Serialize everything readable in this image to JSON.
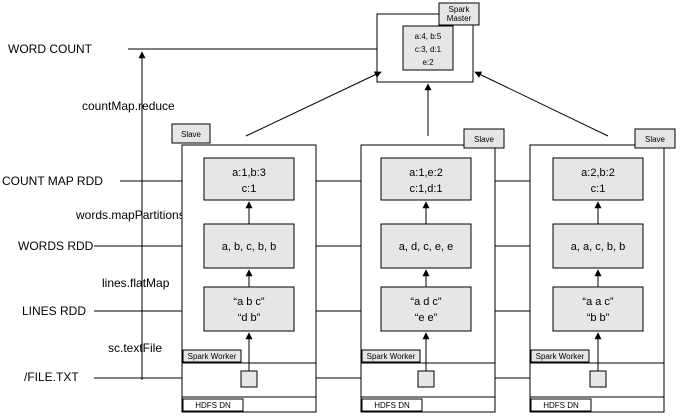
{
  "rows": {
    "word_count": "WORD  COUNT",
    "count_map_rdd": "COUNT MAP RDD",
    "words_rdd": "WORDS RDD",
    "lines_rdd": "LINES RDD",
    "file": "/FILE.TXT"
  },
  "operations": {
    "reduce": "countMap.reduce",
    "map_partitions": "words.mapPartitions",
    "flat_map": "lines.flatMap",
    "text_file": "sc.textFile"
  },
  "master": {
    "label_line1": "Spark",
    "label_line2": "Master",
    "result_line1": "a:4, b:5",
    "result_line2": "c:3, d:1",
    "result_line3": "e:2"
  },
  "nodes": [
    {
      "slave_label": "Slave",
      "count_line1": "a:1,b:3",
      "count_line2": "c:1",
      "words": "a, b, c, b, b",
      "lines_line1": "“a b c”",
      "lines_line2": "“d b”",
      "worker_label": "Spark Worker",
      "hdfs_label": "HDFS DN"
    },
    {
      "slave_label": "Slave",
      "count_line1": "a:1,e:2",
      "count_line2": "c:1,d:1",
      "words": "a, d, c, e, e",
      "lines_line1": "“a d c”",
      "lines_line2": "“e e”",
      "worker_label": "Spark Worker",
      "hdfs_label": "HDFS DN"
    },
    {
      "slave_label": "Slave",
      "count_line1": "a:2,b:2",
      "count_line2": "c:1",
      "words": "a, a, c, b, b",
      "lines_line1": "“a a c”",
      "lines_line2": "“b b”",
      "worker_label": "Spark Worker",
      "hdfs_label": "HDFS DN"
    }
  ]
}
